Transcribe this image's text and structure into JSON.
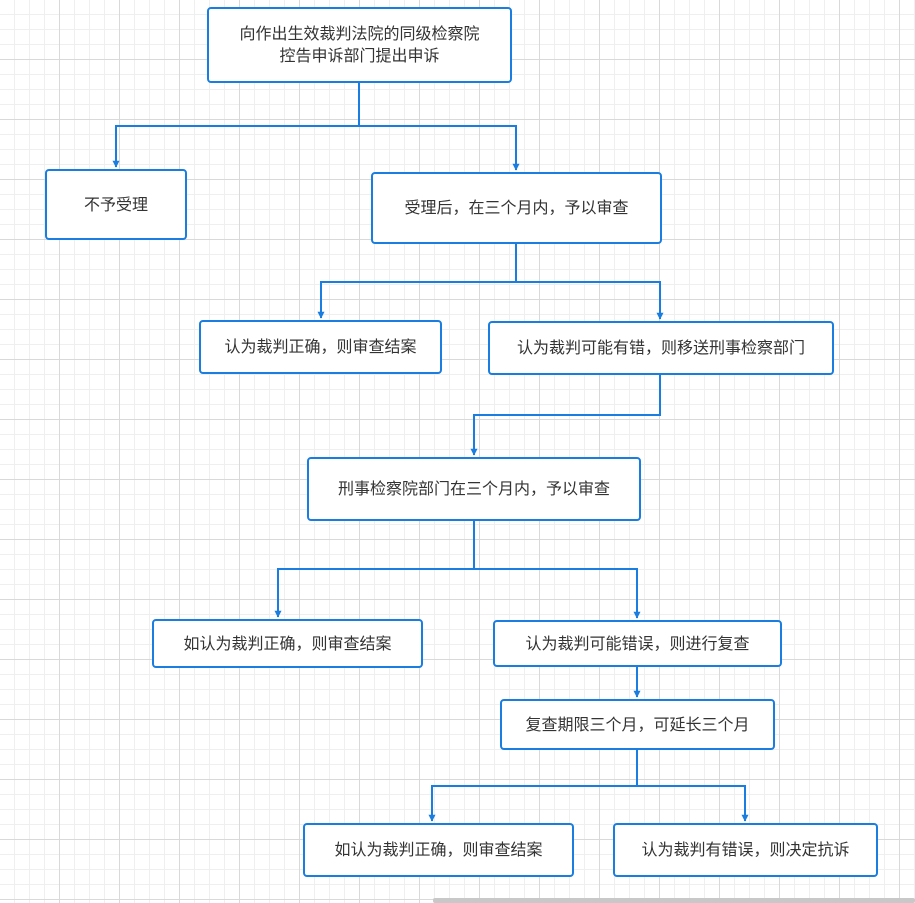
{
  "colors": {
    "accent": "#1a7de0",
    "text": "#333333"
  },
  "nodes": {
    "n1": "向作出生效裁判法院的同级检察院\n控告申诉部门提出申诉",
    "n2": "不予受理",
    "n3": "受理后，在三个月内，予以审查",
    "n4": "认为裁判正确，则审查结案",
    "n5": "认为裁判可能有错，则移送刑事检察部门",
    "n6": "刑事检察院部门在三个月内，予以审查",
    "n7": "如认为裁判正确，则审查结案",
    "n8": "认为裁判可能错误，则进行复查",
    "n9": "复查期限三个月，可延长三个月",
    "n10": "如认为裁判正确，则审查结案",
    "n11": "认为裁判有错误，则决定抗诉"
  }
}
